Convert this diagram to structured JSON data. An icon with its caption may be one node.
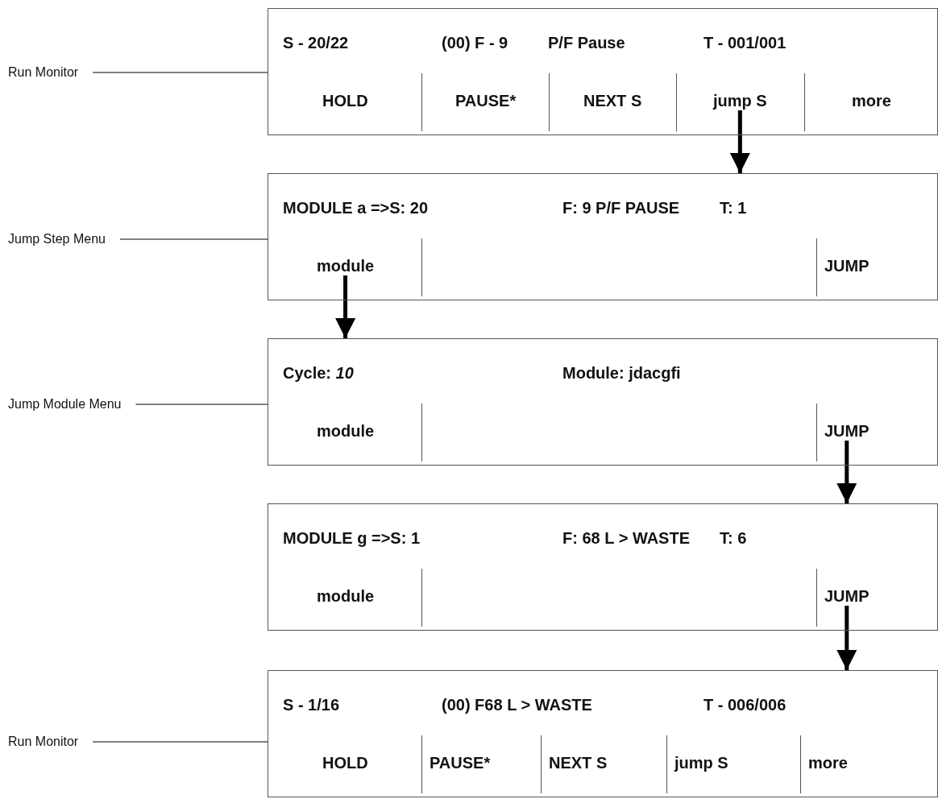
{
  "diagram": {
    "nodes": [
      {
        "text": [
          "Run Monitor"
        ]
      },
      {
        "text": [
          "S - 20/22",
          "(00) F - 9",
          "P/F Pause",
          "T - 001/001"
        ]
      },
      {
        "text": [
          "HOLD"
        ],
        "in": 1
      },
      {
        "text": [
          "PAUSE*"
        ],
        "in": 1
      },
      {
        "text": [
          "NEXT S"
        ],
        "in": 1
      },
      {
        "text": [
          "jump S"
        ],
        "in": 1
      },
      {
        "text": [
          "more"
        ],
        "in": 1
      },
      {
        "text": [
          "Jump Step Menu"
        ]
      },
      {
        "text": [
          "MODULE a =>S: 20",
          "F: 9 P/F PAUSE",
          "T: 1"
        ]
      },
      {
        "text": [
          "module"
        ],
        "in": 8
      },
      {
        "text": [
          "JUMP"
        ],
        "in": 8
      },
      {
        "text": [
          "Jump Module Menu"
        ]
      },
      {
        "text": [
          "Cycle: *10*",
          "Module: jdacgfi"
        ]
      },
      {
        "text": [
          "module"
        ],
        "in": 12
      },
      {
        "text": [
          "JUMP"
        ],
        "in": 12
      },
      {
        "text": [
          "MODULE g =>S: 1",
          "F: 68 L > WASTE",
          "T: 6"
        ]
      },
      {
        "text": [
          "module"
        ],
        "in": 15
      },
      {
        "text": [
          "JUMP"
        ],
        "in": 15
      },
      {
        "text": [
          "Run Monitor"
        ]
      },
      {
        "text": [
          "S - 1/16",
          "(00) F68 L > WASTE",
          "T - 006/006"
        ]
      },
      {
        "text": [
          "HOLD"
        ],
        "in": 19
      },
      {
        "text": [
          "PAUSE*"
        ],
        "in": 19
      },
      {
        "text": [
          "NEXT S"
        ],
        "in": 19
      },
      {
        "text": [
          "jump S"
        ],
        "in": 19
      },
      {
        "text": [
          "more"
        ],
        "in": 19
      }
    ],
    "edges": [
      {
        "from": 0,
        "to": 1,
        "arrow": "none"
      },
      {
        "from": 5,
        "to": 8,
        "arrow": "to",
        "style": "thick"
      },
      {
        "from": 7,
        "to": 8,
        "arrow": "none"
      },
      {
        "from": 9,
        "to": 12,
        "arrow": "to",
        "style": "thick"
      },
      {
        "from": 11,
        "to": 12,
        "arrow": "none"
      },
      {
        "from": 14,
        "to": 15,
        "arrow": "to",
        "style": "thick"
      },
      {
        "from": 17,
        "to": 19,
        "arrow": "to",
        "style": "thick"
      },
      {
        "from": 18,
        "to": 19,
        "arrow": "none"
      }
    ]
  }
}
